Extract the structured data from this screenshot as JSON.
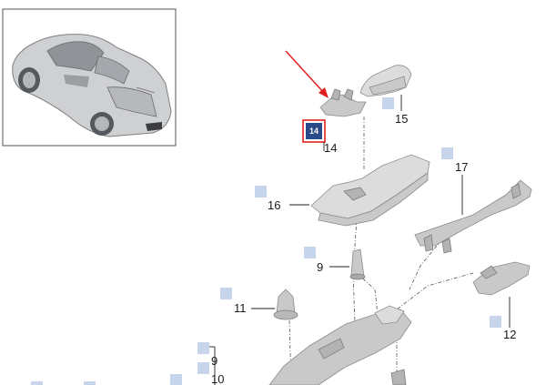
{
  "colors": {
    "marker_square": "#c6d4ec",
    "highlight_fill": "#2b4a8a",
    "highlight_border": "#e02020",
    "arrow": "#e02020"
  },
  "callouts": [
    {
      "id": "c15",
      "label": "15"
    },
    {
      "id": "c14",
      "label": "14"
    },
    {
      "id": "c17",
      "label": "17"
    },
    {
      "id": "c16",
      "label": "16"
    },
    {
      "id": "c9",
      "label": "9"
    },
    {
      "id": "c11",
      "label": "11"
    },
    {
      "id": "c12",
      "label": "12"
    },
    {
      "id": "c9b",
      "label": "9"
    },
    {
      "id": "c10",
      "label": "10"
    }
  ],
  "highlight": {
    "label": "14"
  }
}
